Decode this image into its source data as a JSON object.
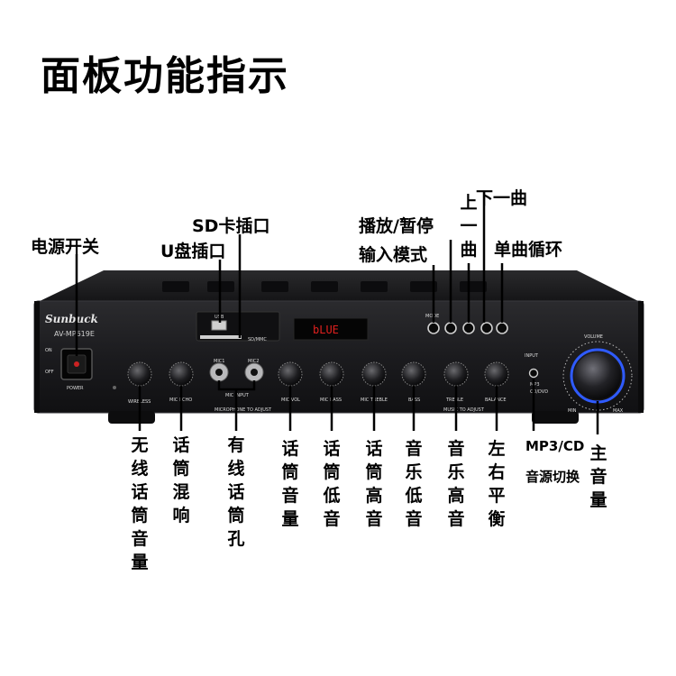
{
  "title": "面板功能指示",
  "device": {
    "brand": "Sunbuck",
    "model": "AV-MP619E",
    "display": "bLUE",
    "power_on": "ON",
    "power_off": "OFF",
    "power_text": "POWER",
    "usb_text": "USB",
    "sd_text": "SD/MMC",
    "mic1": "MIC1",
    "mic2": "MIC2",
    "mic_input": "MIC INPUT",
    "mic_section": "MICROPHONE TO ADJUST",
    "music_section": "MUSIC TO ADJUST",
    "wireless": "WIRELESS",
    "mic_echo": "MIC ECHO",
    "mic_vol": "MIC VOL",
    "mic_bass": "MIC BASS",
    "mic_treble": "MIC TREBLE",
    "bass": "BASS",
    "treble": "TREBLE",
    "balance": "BALANCE",
    "input": "INPUT",
    "mp3": "MP3",
    "cd_dvd": "CD/DVD",
    "volume": "VOLUME",
    "min": "MIN",
    "max": "MAX",
    "mode": "MODE"
  },
  "labels": {
    "power_switch": "电源开关",
    "sd_slot": "SD卡插口",
    "usb_slot": "U盘插口",
    "play_pause": "播放/暂停",
    "input_mode": "输入模式",
    "prev_track": "上一曲",
    "next_track": "下一曲",
    "single_loop": "单曲循环",
    "wireless_mic_vol": "无线话筒音量",
    "mic_echo": "话筒混响",
    "wired_mic_jack": "有线话筒孔",
    "mic_vol": "话筒音量",
    "mic_bass": "话筒低音",
    "mic_treble": "话筒高音",
    "music_bass": "音乐低音",
    "music_treble": "音乐高音",
    "balance": "左右平衡",
    "mp3_cd": "MP3/CD",
    "source_switch": "音源切换",
    "master_vol": "主音量"
  },
  "colors": {
    "panel": "#17171a",
    "display_red": "#e0201e",
    "knob_ring": "#2f5bff"
  }
}
